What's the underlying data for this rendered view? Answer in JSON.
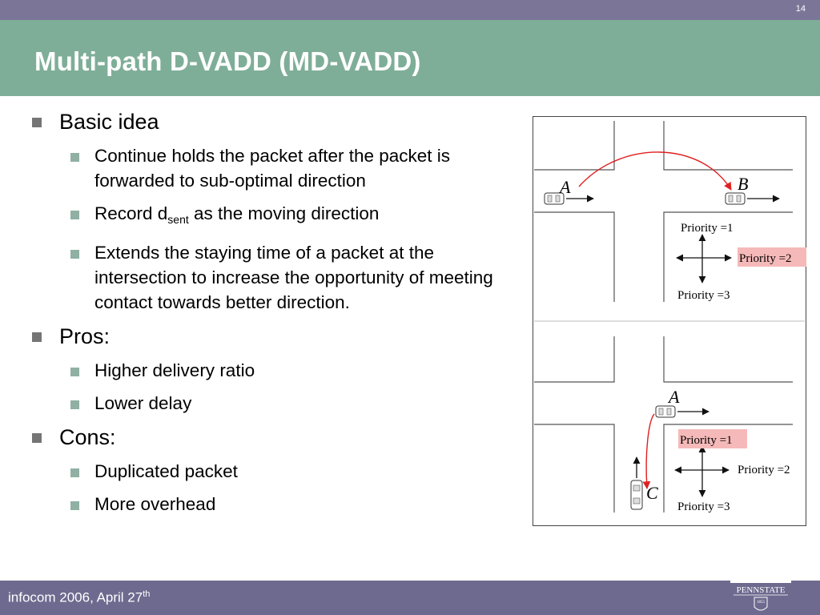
{
  "header": {
    "slide_number": "14"
  },
  "title": "Multi-path D-VADD (MD-VADD)",
  "bullets": {
    "basic_idea": "Basic idea",
    "continue_holds": "Continue holds the packet after the packet is forwarded to sub-optimal direction",
    "record_prefix": "Record d",
    "record_sub": "sent",
    "record_suffix": " as the moving direction",
    "extends": "Extends the staying time of a packet at the intersection to increase the opportunity of meeting contact towards better direction.",
    "pros": "Pros:",
    "higher_delivery": "Higher delivery ratio",
    "lower_delay": "Lower delay",
    "cons": "Cons:",
    "duplicated": "Duplicated packet",
    "more_overhead": "More overhead"
  },
  "diagram": {
    "top": {
      "label_a": "A",
      "label_b": "B",
      "priority_1": "Priority =1",
      "priority_2": "Priority =2",
      "priority_3": "Priority =3",
      "highlighted": "Priority =2"
    },
    "bottom": {
      "label_a": "A",
      "label_c": "C",
      "priority_1": "Priority =1",
      "priority_2": "Priority =2",
      "priority_3": "Priority =3",
      "highlighted": "Priority =1"
    },
    "colors": {
      "arrow_red": "#e02020",
      "highlight": "#f6b9b9",
      "road": "#555555"
    }
  },
  "footer": {
    "event_prefix": "infocom 2006, April 27",
    "event_sup": "th",
    "logo_text": "PENNSTATE",
    "logo_year": "1855"
  }
}
